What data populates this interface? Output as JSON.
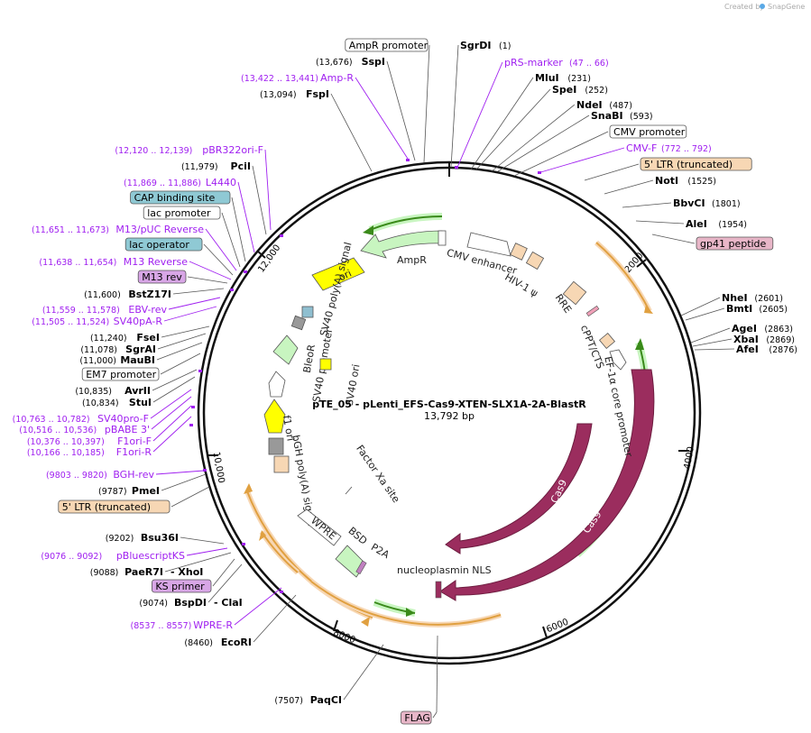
{
  "watermark": "Created by",
  "brand": "SnapGene",
  "plasmid": {
    "name": "pTE_05 - pLenti_EFS-Cas9-XTEN-SLX1A-2A-BlastR",
    "size": "13,792 bp"
  },
  "colors": {
    "primer": "#a020f0",
    "cas9": "#9b2d5e",
    "marker": "#c8f5c0",
    "ltr": "#f7d7b4",
    "ori": "#ffff00",
    "feature_gray": "#999999"
  },
  "ticks": [
    "2000",
    "4000",
    "6000",
    "8000",
    "10,000",
    "12,000"
  ],
  "right_labels": [
    {
      "name": "SgrDI",
      "pos": "(1)",
      "kind": "site"
    },
    {
      "name": "pRS-marker",
      "pos": "(47 .. 66)",
      "kind": "primer"
    },
    {
      "name": "MluI",
      "pos": "(231)",
      "kind": "site"
    },
    {
      "name": "SpeI",
      "pos": "(252)",
      "kind": "site"
    },
    {
      "name": "NdeI",
      "pos": "(487)",
      "kind": "site"
    },
    {
      "name": "SnaBI",
      "pos": "(593)",
      "kind": "site"
    },
    {
      "name": "CMV promoter",
      "pos": "",
      "kind": "box"
    },
    {
      "name": "CMV-F",
      "pos": "(772 .. 792)",
      "kind": "primer"
    },
    {
      "name": "5' LTR (truncated)",
      "pos": "",
      "kind": "ltr"
    },
    {
      "name": "NotI",
      "pos": "(1525)",
      "kind": "site"
    },
    {
      "name": "BbvCI",
      "pos": "(1801)",
      "kind": "site"
    },
    {
      "name": "AleI",
      "pos": "(1954)",
      "kind": "site"
    },
    {
      "name": "gp41 peptide",
      "pos": "",
      "kind": "pink"
    },
    {
      "name": "NheI",
      "pos": "(2601)",
      "kind": "site"
    },
    {
      "name": "BmtI",
      "pos": "(2605)",
      "kind": "site"
    },
    {
      "name": "AgeI",
      "pos": "(2863)",
      "kind": "site"
    },
    {
      "name": "XbaI",
      "pos": "(2869)",
      "kind": "site"
    },
    {
      "name": "AfeI",
      "pos": "(2876)",
      "kind": "site"
    }
  ],
  "top_left_labels": [
    {
      "name": "AmpR promoter",
      "pos": "",
      "kind": "box"
    },
    {
      "name": "SspI",
      "pos": "(13,676)",
      "kind": "site"
    },
    {
      "name": "Amp-R",
      "pos": "(13,422 .. 13,441)",
      "kind": "primer"
    },
    {
      "name": "FspI",
      "pos": "(13,094)",
      "kind": "site"
    }
  ],
  "left_labels": [
    {
      "name": "pBR322ori-F",
      "pos": "(12,120 .. 12,139)",
      "kind": "primer"
    },
    {
      "name": "PciI",
      "pos": "(11,979)",
      "kind": "site"
    },
    {
      "name": "L4440",
      "pos": "(11,869 .. 11,886)",
      "kind": "primer"
    },
    {
      "name": "CAP binding site",
      "pos": "",
      "kind": "cyan"
    },
    {
      "name": "lac promoter",
      "pos": "",
      "kind": "box"
    },
    {
      "name": "M13/pUC Reverse",
      "pos": "(11,651 .. 11,673)",
      "kind": "primer"
    },
    {
      "name": "lac operator",
      "pos": "",
      "kind": "cyan"
    },
    {
      "name": "M13 Reverse",
      "pos": "(11,638 .. 11,654)",
      "kind": "primer"
    },
    {
      "name": "M13 rev",
      "pos": "",
      "kind": "purple"
    },
    {
      "name": "BstZ17I",
      "pos": "(11,600)",
      "kind": "site"
    },
    {
      "name": "EBV-rev",
      "pos": "(11,559 .. 11,578)",
      "kind": "primer"
    },
    {
      "name": "SV40pA-R",
      "pos": "(11,505 .. 11,524)",
      "kind": "primer"
    },
    {
      "name": "FseI",
      "pos": "(11,240)",
      "kind": "site"
    },
    {
      "name": "SgrAI",
      "pos": "(11,078)",
      "kind": "site"
    },
    {
      "name": "MauBI",
      "pos": "(11,000)",
      "kind": "site"
    },
    {
      "name": "EM7 promoter",
      "pos": "",
      "kind": "box"
    },
    {
      "name": "AvrII",
      "pos": "(10,835)",
      "kind": "site"
    },
    {
      "name": "StuI",
      "pos": "(10,834)",
      "kind": "site"
    },
    {
      "name": "SV40pro-F",
      "pos": "(10,763 .. 10,782)",
      "kind": "primer"
    },
    {
      "name": "pBABE 3'",
      "pos": "(10,516 .. 10,536)",
      "kind": "primer"
    },
    {
      "name": "F1ori-F",
      "pos": "(10,376 .. 10,397)",
      "kind": "primer"
    },
    {
      "name": "F1ori-R",
      "pos": "(10,166 .. 10,185)",
      "kind": "primer"
    },
    {
      "name": "BGH-rev",
      "pos": "(9803 .. 9820)",
      "kind": "primer"
    },
    {
      "name": "PmeI",
      "pos": "(9787)",
      "kind": "site"
    },
    {
      "name": "5' LTR (truncated)",
      "pos": "",
      "kind": "ltr"
    },
    {
      "name": "Bsu36I",
      "pos": "(9202)",
      "kind": "site"
    },
    {
      "name": "pBluescriptKS",
      "pos": "(9076 .. 9092)",
      "kind": "primer"
    },
    {
      "name": "PaeR7I",
      "pos": "(9088)",
      "kind": "site",
      "extra": "- XhoI"
    },
    {
      "name": "KS primer",
      "pos": "",
      "kind": "purple"
    },
    {
      "name": "BspDI",
      "pos": "(9074)",
      "kind": "site",
      "extra": "- ClaI"
    },
    {
      "name": "WPRE-R",
      "pos": "(8537 .. 8557)",
      "kind": "primer"
    },
    {
      "name": "EcoRI",
      "pos": "(8460)",
      "kind": "site"
    },
    {
      "name": "PaqCI",
      "pos": "(7507)",
      "kind": "site"
    },
    {
      "name": "FLAG",
      "pos": "",
      "kind": "pink"
    }
  ],
  "feature_labels": {
    "ampr": "AmpR",
    "ori": "ori",
    "cmv_enhancer": "CMV enhancer",
    "hiv_psi": "HIV-1 ψ",
    "rre": "RRE",
    "cppt": "cPPT/CTS",
    "ef1a": "EF-1α core promoter",
    "cas9_a": "Cas9",
    "cas9_b": "Cas9",
    "sv40_polya": "SV40 poly(A) signal",
    "bleor": "BleoR",
    "sv40_promoter": "SV40 promoter",
    "sv40_ori": "SV40 ori",
    "f1_ori": "f1 ori",
    "bgh_polya": "bGH poly(A) signal",
    "factor_xa": "Factor Xa site",
    "wpre": "WPRE",
    "bsd": "BSD",
    "p2a": "P2A",
    "nls": "nucleoplasmin NLS"
  }
}
